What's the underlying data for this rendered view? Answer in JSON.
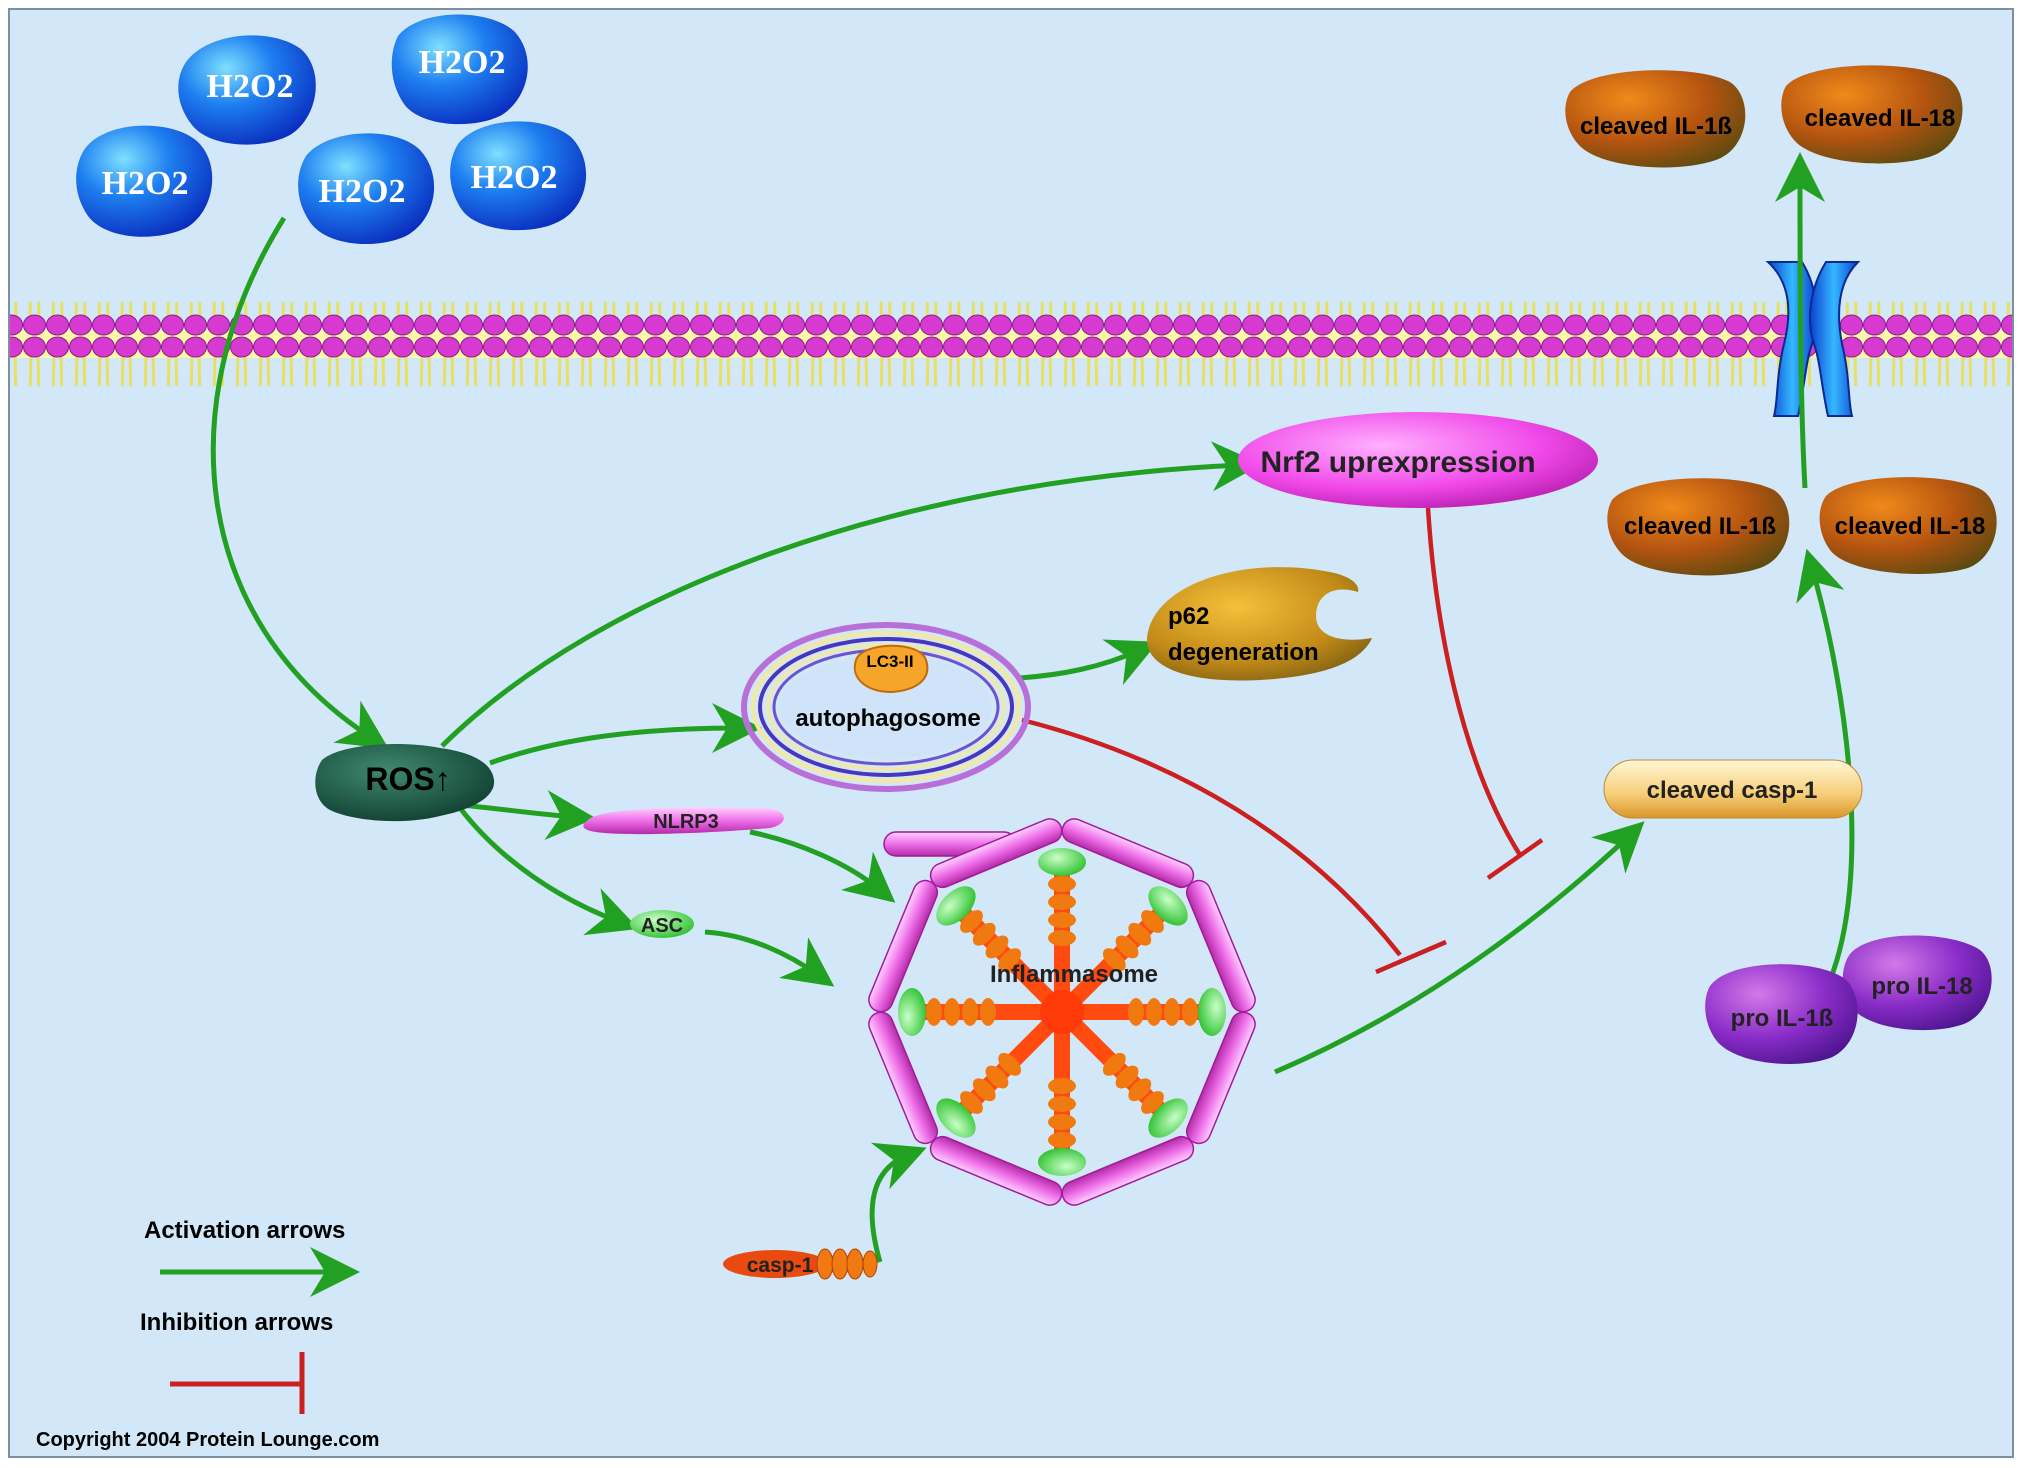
{
  "molecules": {
    "h2o2": [
      "H2O2",
      "H2O2",
      "H2O2",
      "H2O2",
      "H2O2"
    ]
  },
  "nodes": {
    "ros": "ROS↑",
    "nrf2": "Nrf2 uprexpression",
    "lc3": "LC3-II",
    "autophagosome": "autophagosome",
    "p62_line1": "p62",
    "p62_line2": "degeneration",
    "nlrp3": "NLRP3",
    "asc": "ASC",
    "inflammasome": "Inflammasome",
    "casp1": "casp-1",
    "cleaved_casp1": "cleaved casp-1",
    "pro_il1b": "pro IL-1ß",
    "pro_il18": "pro IL-18",
    "cleaved_il1b_in": "cleaved IL-1ß",
    "cleaved_il18_in": "cleaved IL-18",
    "cleaved_il1b_out": "cleaved IL-1ß",
    "cleaved_il18_out": "cleaved IL-18"
  },
  "legend": {
    "activation": "Activation arrows",
    "inhibition": "Inhibition arrows"
  },
  "colors": {
    "activation": "#22a022",
    "inhibition": "#cc1f1f",
    "background": "#d2e7f8",
    "membrane": "#d63ad0"
  },
  "copyright": "Copyright 2004 Protein Lounge.com"
}
